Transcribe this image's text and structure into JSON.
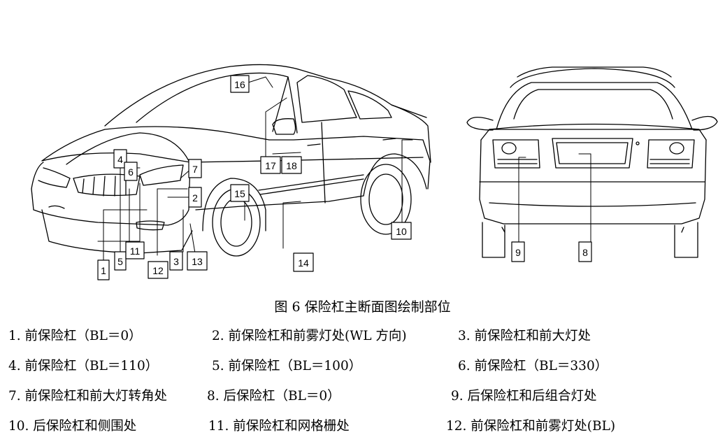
{
  "figure": {
    "caption": "图 6 保险杠主断面图绘制部位",
    "callouts": [
      "1",
      "2",
      "3",
      "4",
      "5",
      "6",
      "7",
      "8",
      "9",
      "10",
      "11",
      "12",
      "13",
      "14",
      "15",
      "16",
      "17",
      "18"
    ]
  },
  "legend": [
    "1.  前保险杠（BL＝0）",
    "2.  前保险杠和前雾灯处(WL 方向)",
    "3.  前保险杠和前大灯处",
    "4.  前保险杠（BL＝110）",
    "5.  前保险杠（BL＝100）",
    "6.  前保险杠（BL＝330）",
    "7.  前保险杠和前大灯转角处",
    "8.  后保险杠（BL＝0）",
    "9.  后保险杠和后组合灯处",
    "10.  后保险杠和侧围处",
    "11.  前保险杠和网格栅处",
    "12.  前保险杠和前雾灯处(BL)"
  ]
}
